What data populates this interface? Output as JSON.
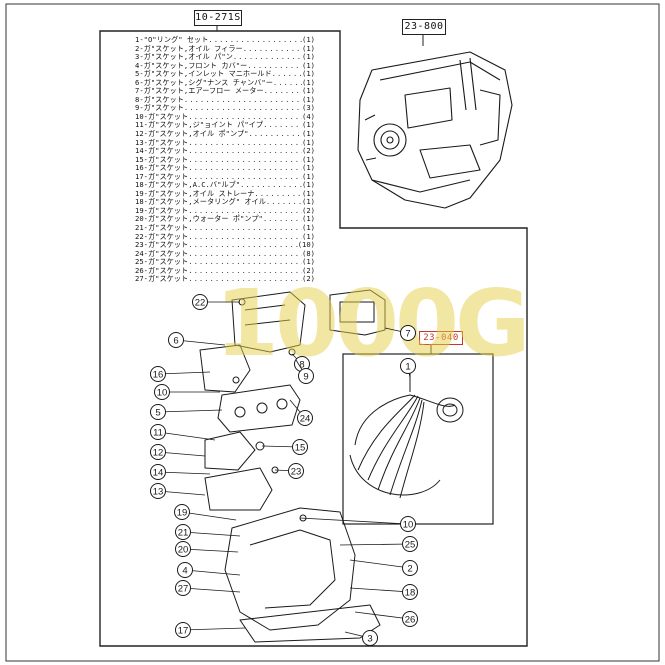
{
  "references": {
    "main_ref": "10-271S",
    "engine_ref": "23-800",
    "harness_ref": "23-040"
  },
  "watermark": "1000G",
  "part_list": [
    {
      "name": "1-\"O\"リング\" セット",
      "qty": "1"
    },
    {
      "name": "2-ガ\"スケット,オイル フィラー",
      "qty": "1"
    },
    {
      "name": "3-ガ\"スケット,オイル パ\"ン",
      "qty": "1"
    },
    {
      "name": "4-ガ\"スケット,フロント カバ\"ー",
      "qty": "1"
    },
    {
      "name": "5-ガ\"スケット,インレット マニホールド",
      "qty": "1"
    },
    {
      "name": "6-ガ\"スケット,シグ\"ナンス チャンバ\"ー",
      "qty": "1"
    },
    {
      "name": "7-ガ\"スケット,エアーフロー メーター",
      "qty": "1"
    },
    {
      "name": "8-ガ\"スケット",
      "qty": "1"
    },
    {
      "name": "9-ガ\"スケット",
      "qty": "3"
    },
    {
      "name": "10-ガ\"スケット",
      "qty": "4"
    },
    {
      "name": "11-ガ\"スケット,ジ\"ョイント パ\"イプ",
      "qty": "1"
    },
    {
      "name": "12-ガ\"スケット,オイル ポ\"ンプ\"",
      "qty": "1"
    },
    {
      "name": "13-ガ\"スケット",
      "qty": "1"
    },
    {
      "name": "14-ガ\"スケット",
      "qty": "2"
    },
    {
      "name": "15-ガ\"スケット",
      "qty": "1"
    },
    {
      "name": "16-ガ\"スケット",
      "qty": "1"
    },
    {
      "name": "17-ガ\"スケット",
      "qty": "1"
    },
    {
      "name": "18-ガ\"スケット,A.C.バ\"ルブ\"",
      "qty": "1"
    },
    {
      "name": "19-ガ\"スケット,オイル ストレーナ",
      "qty": "1"
    },
    {
      "name": "18-ガ\"スケット,メータリング\" オイル",
      "qty": "1"
    },
    {
      "name": "19-ガ\"スケット",
      "qty": "2"
    },
    {
      "name": "20-ガ\"スケット,ウォーター ポ\"ンプ\"",
      "qty": "1"
    },
    {
      "name": "21-ガ\"スケット",
      "qty": "1"
    },
    {
      "name": "22-ガ\"スケット",
      "qty": "1"
    },
    {
      "name": "23-ガ\"スケット",
      "qty": "10"
    },
    {
      "name": "24-ガ\"スケット",
      "qty": "8"
    },
    {
      "name": "25-ガ\"スケット",
      "qty": "1"
    },
    {
      "name": "26-ガ\"スケット",
      "qty": "2"
    },
    {
      "name": "27-ガ\"スケット",
      "qty": "2"
    }
  ],
  "callouts": [
    "1",
    "2",
    "3",
    "4",
    "5",
    "6",
    "7",
    "8",
    "9",
    "10",
    "10",
    "11",
    "12",
    "13",
    "14",
    "15",
    "16",
    "17",
    "18",
    "19",
    "20",
    "21",
    "22",
    "23",
    "24",
    "25",
    "26",
    "27"
  ],
  "colors": {
    "ink": "#1a1a1a",
    "highlight_red": "#c0392b",
    "watermark_yellow": "#e6cf4a"
  }
}
